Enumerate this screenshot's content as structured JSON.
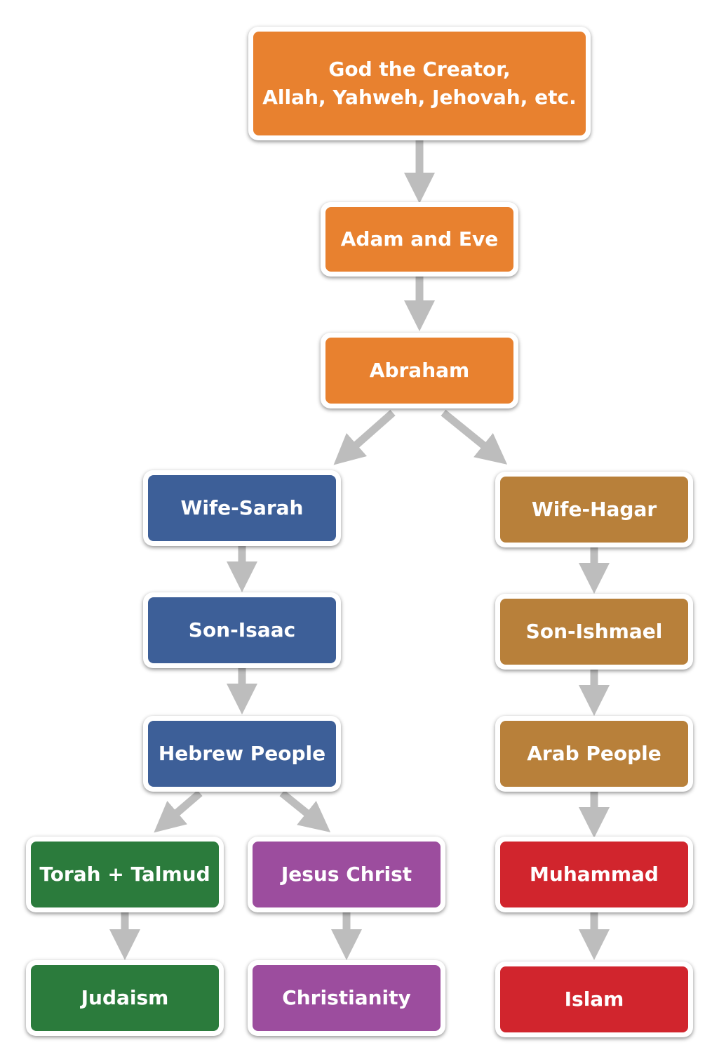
{
  "nodes": {
    "god": {
      "line1": "God the Creator,",
      "line2": "Allah, Yahweh, Jehovah, etc."
    },
    "adam_eve": "Adam and Eve",
    "abraham": "Abraham",
    "sarah": "Wife-Sarah",
    "isaac": "Son-Isaac",
    "hebrew": "Hebrew People",
    "torah": "Torah + Talmud",
    "judaism": "Judaism",
    "jesus": "Jesus Christ",
    "christianity": "Christianity",
    "hagar": "Wife-Hagar",
    "ishmael": "Son-Ishmael",
    "arab": "Arab People",
    "muhammad": "Muhammad",
    "islam": "Islam"
  },
  "colors": {
    "origin": "#e8812f",
    "sarah_line": "#3d5f98",
    "hagar_line": "#b8803a",
    "judaism": "#2b7b3c",
    "christianity": "#9c4d9e",
    "islam": "#d1252d",
    "arrow": "#c0c0c0"
  }
}
